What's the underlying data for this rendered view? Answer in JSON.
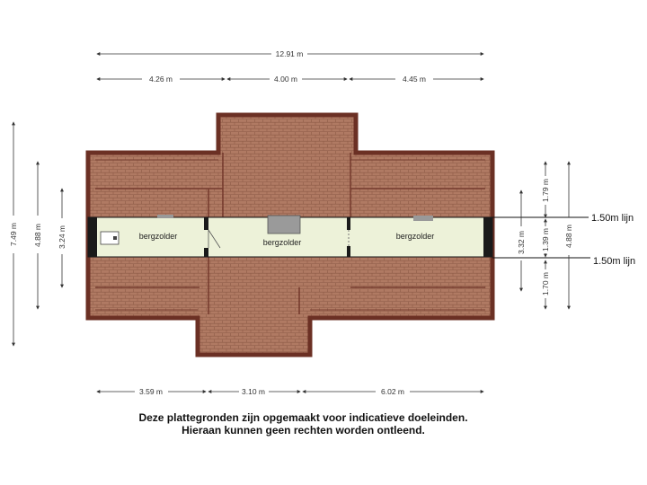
{
  "dimensions": {
    "top_total": "12.91 m",
    "top_segments": [
      "4.26 m",
      "4.00 m",
      "4.45 m"
    ],
    "bottom_segments": [
      "3.59 m",
      "3.10 m",
      "6.02 m"
    ],
    "left_outer": "7.49 m",
    "left_middle": "4.88 m",
    "left_inner": "3.24 m",
    "right_inner": "3.32 m",
    "right_stack": [
      "1.79 m",
      "1.39 m",
      "1.70 m"
    ],
    "right_outer": "4.88 m"
  },
  "rooms": [
    "bergzolder",
    "bergzolder",
    "bergzolder"
  ],
  "height_lines": [
    "1.50m lijn",
    "1.50m lijn"
  ],
  "disclaimer": {
    "line1": "Deze plattegronden zijn opgemaakt voor indicatieve doeleinden.",
    "line2": "Hieraan kunnen geen rechten worden ontleend."
  },
  "colors": {
    "roof_tile": "#b07a63",
    "roof_edge": "#6b3024",
    "floor": "#edf2d9",
    "wall": "#1a1a1a"
  }
}
